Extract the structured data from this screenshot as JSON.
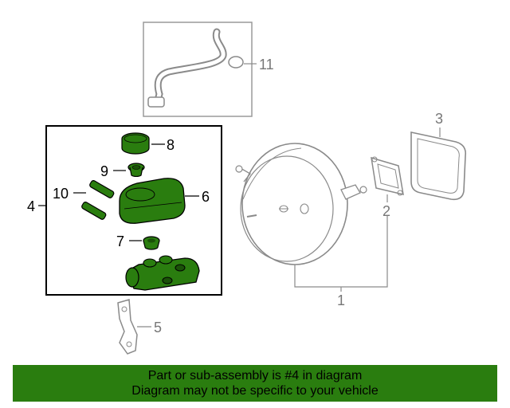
{
  "callouts": {
    "c1": "1",
    "c2": "2",
    "c3": "3",
    "c4": "4",
    "c5": "5",
    "c6": "6",
    "c7": "7",
    "c8": "8",
    "c9": "9",
    "c10": "10",
    "c11": "11"
  },
  "banner": {
    "line1": "Part or sub-assembly is #4 in diagram",
    "line2": "Diagram may not be specific to your vehicle"
  },
  "colors": {
    "highlight_part": "#2a7d0f",
    "banner_bg": "#2a7d0f",
    "outline_grey": "#8a8a8a"
  }
}
